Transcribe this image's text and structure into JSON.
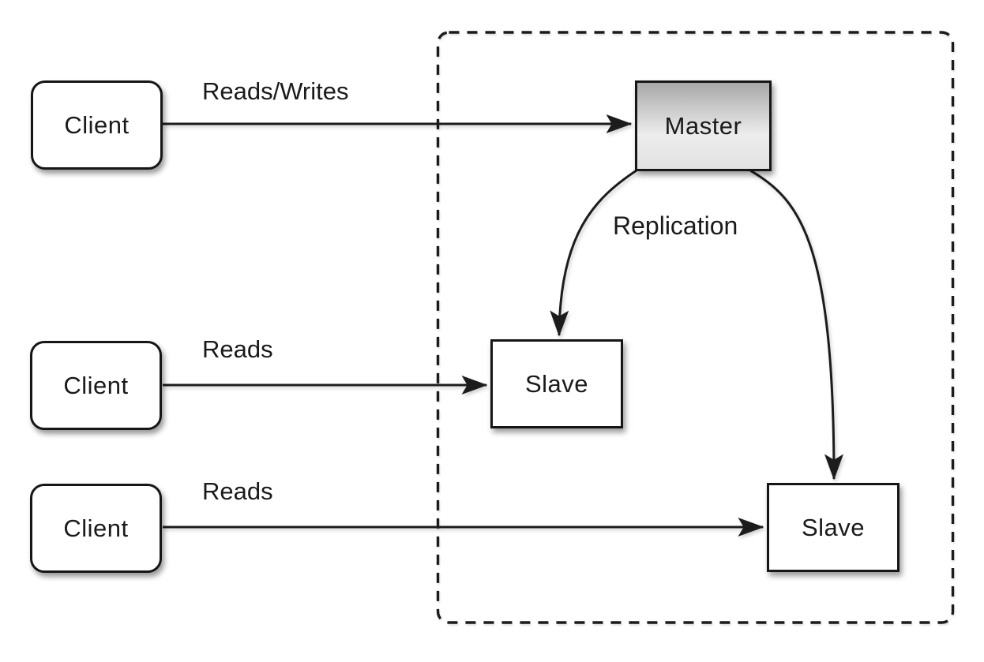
{
  "diagram": {
    "type": "master-slave-replication",
    "clients": [
      {
        "label": "Client"
      },
      {
        "label": "Client"
      },
      {
        "label": "Client"
      }
    ],
    "master": {
      "label": "Master"
    },
    "slaves": [
      {
        "label": "Slave"
      },
      {
        "label": "Slave"
      }
    ],
    "edge_labels": {
      "client1_to_master": "Reads/Writes",
      "client2_to_slave1": "Reads",
      "client3_to_slave2": "Reads",
      "master_to_slaves": "Replication"
    },
    "colors": {
      "line": "#1c1c1c",
      "node_border": "#161616",
      "node_fill": "#ffffff",
      "master_gradient_top": "#a8a8a8",
      "master_gradient_mid": "#ececec",
      "master_gradient_bottom": "#e2e2e2",
      "background": "#ffffff",
      "text": "#1a1a1a"
    }
  }
}
